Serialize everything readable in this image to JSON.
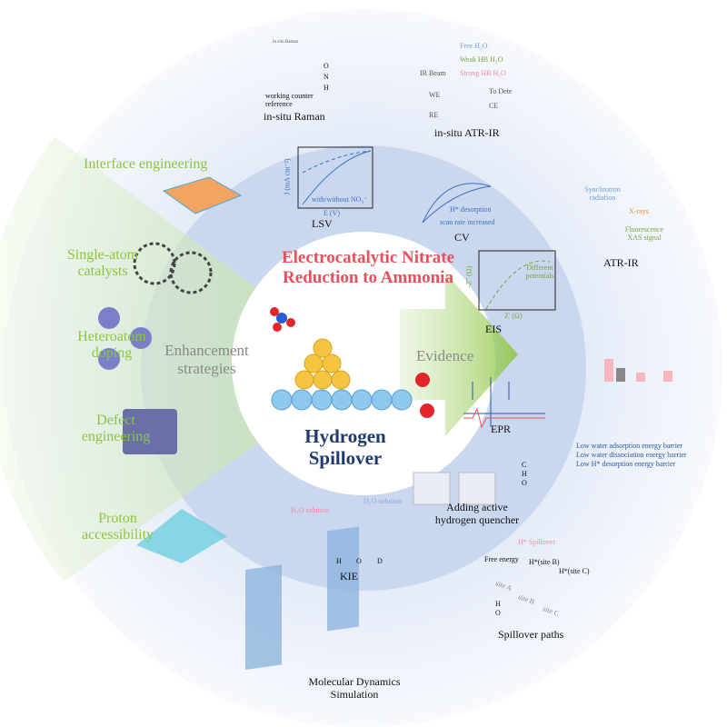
{
  "center": {
    "title": "Electrocatalytic Nitrate Reduction to Ammonia",
    "subtitle": "Hydrogen Spillover",
    "left_label": "Enhancement strategies",
    "right_label": "Evidence"
  },
  "strategies": [
    "Interface engineering",
    "Single-atom catalysts",
    "Heteroatom doping",
    "Defect engineering",
    "Proton accessibility"
  ],
  "evidence": {
    "raman": {
      "label": "in-situ  Raman",
      "legend": [
        "O",
        "N",
        "H"
      ],
      "notes": [
        "working counter",
        "reference",
        "In situ Raman"
      ]
    },
    "atr_ir_insitu": {
      "label": "in-situ  ATR-IR",
      "notes": [
        "Free H₂O",
        "Weak HB H₂O",
        "Strong HB H₂O",
        "IR Beam",
        "To Dete",
        "WE",
        "CE",
        "RE"
      ]
    },
    "lsv": {
      "label": "LSV",
      "ylabel": "J (mA cm⁻²)",
      "xlabel": "E (V)",
      "note": "with/without NO₃⁻"
    },
    "cv": {
      "label": "CV",
      "notes": [
        "H* desorption",
        "scan rate increased"
      ]
    },
    "eis": {
      "label": "EIS",
      "ylabel": "-Z'' (Ω)",
      "xlabel": "Z' (Ω)",
      "note": "Different potentials"
    },
    "atr_ir": {
      "label": "ATR-IR",
      "notes": [
        "Synchrotron radiation",
        "X-rays",
        "Fluorescence XAS signal"
      ]
    },
    "epr": {
      "label": "EPR"
    },
    "quencher": {
      "label": "Adding active hydrogen quencher",
      "legend": [
        "C",
        "H",
        "O"
      ]
    },
    "kie": {
      "label": "KIE",
      "notes": [
        "H₂O solution",
        "D₂O solution"
      ],
      "legend": [
        "H",
        "O",
        "D"
      ]
    },
    "spillover_paths": {
      "label": "Spillover  paths",
      "notes": [
        "H* Spillover",
        "Free energy",
        "H*(site B)",
        "H*(site C)",
        "site A",
        "site B",
        "site C"
      ],
      "legend": [
        "H",
        "O"
      ]
    },
    "md": {
      "label": "Molecular  Dynamics Simulation"
    },
    "barriers": [
      "Low water adsorption energy barrier",
      "Low water dissociation energy barrier",
      "Low H* desorption energy barrier"
    ]
  },
  "colors": {
    "green": "#8cc63f",
    "red": "#e8505b",
    "navy": "#1f3a6e",
    "ring": "#dde6f5",
    "inner": "#c9d7ef"
  }
}
